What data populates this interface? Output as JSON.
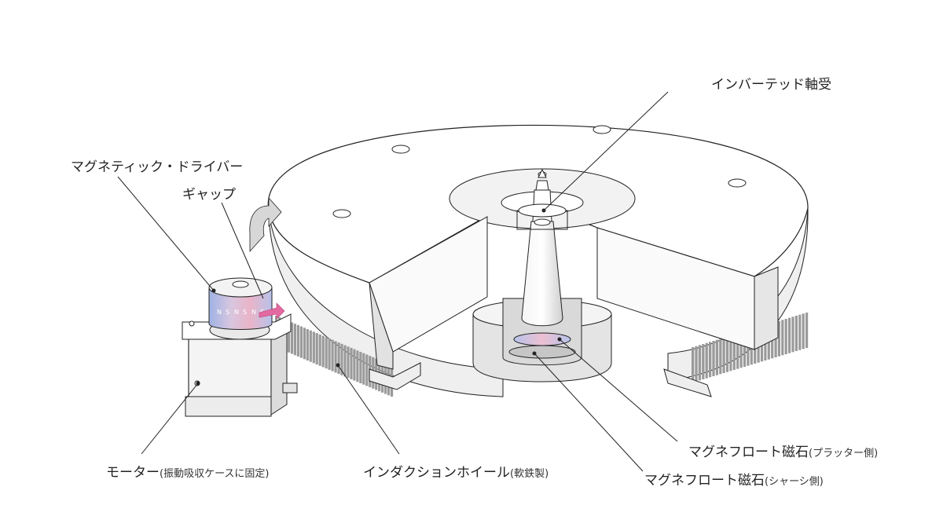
{
  "labels": {
    "inverted_bearing": "インバーテッド軸受",
    "magnetic_driver": "マグネティック・ドライバー",
    "gap": "ギャップ",
    "motor_main": "モーター",
    "motor_note": "(振動吸収ケースに固定)",
    "induction_wheel_main": "インダクションホイール",
    "induction_wheel_note": "(軟鉄製)",
    "magnefloat_platter_main": "マグネフロート磁石",
    "magnefloat_platter_note": "(プラッター側)",
    "magnefloat_chassis_main": "マグネフロート磁石",
    "magnefloat_chassis_note": "(シャーシ側)"
  },
  "pole_letters": [
    "N",
    "S",
    "N",
    "S",
    "N",
    "S"
  ],
  "colors": {
    "outline": "#222222",
    "body_fill": "#ffffff",
    "shade_light": "#e9e9e9",
    "shade_mid": "#cfcfcf",
    "shade_dark": "#8e8e8e",
    "fin": "#9a9a9a",
    "magnet_blue": "#a9b9e6",
    "magnet_pink": "#efb3c6",
    "magnet_arrow": "#e36aa0",
    "rotation_arrow": "#b9b9b9"
  },
  "icons": {
    "rotation": "curved-arrow-icon",
    "magnet_flow": "double-arrow-icon"
  }
}
